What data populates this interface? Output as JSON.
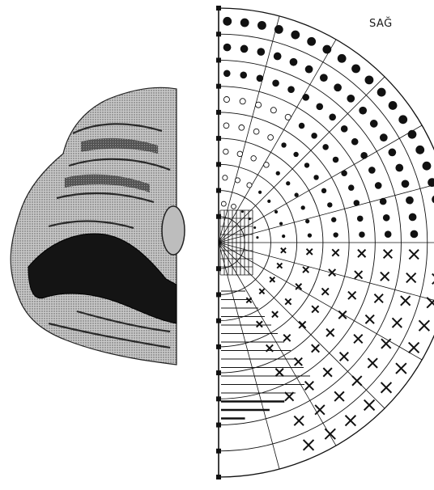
{
  "diagram": {
    "side_label": "SAĞ",
    "colors": {
      "ink": "#111111",
      "dotted_fill": "#ffffff",
      "cortex_light": "#d8d8d8",
      "cortex_mid": "#8a8a8a",
      "cortex_dark": "#1c1c1c",
      "background": "#ffffff"
    },
    "polar_grid": {
      "ring_count": 9,
      "radial_spoke_count": 12,
      "symbol_layers": [
        "open-circle",
        "small-dot",
        "large-dot",
        "cross",
        "hatch-vertical",
        "hatch-horizontal"
      ]
    }
  }
}
